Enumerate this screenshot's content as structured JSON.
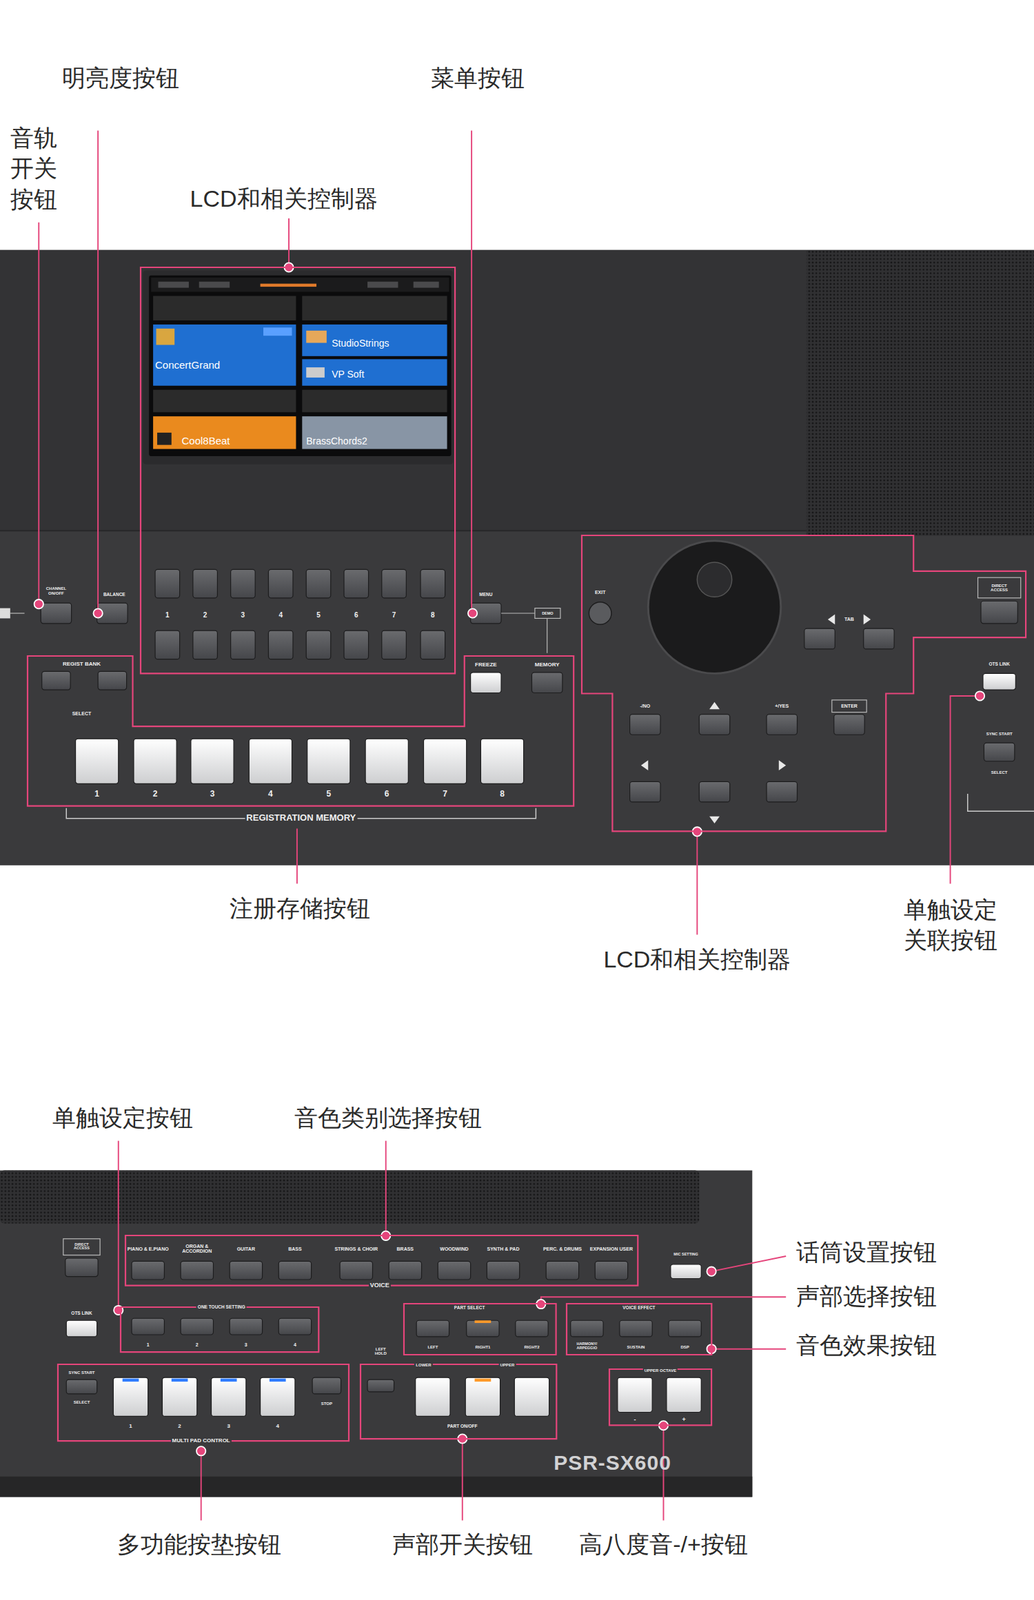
{
  "diagram": {
    "nodes": [
      {
        "text": [
          "ConcertGrand",
          "StudioStrings",
          "VP Soft",
          "Cool8Beat",
          "BrassChords2",
          "1",
          "2",
          "3",
          "4",
          "5",
          "6",
          "7",
          "8"
        ]
      },
      {
        "text": [
          "REGIST BANK",
          "SELECT",
          "FREEZE",
          "MEMORY",
          "1",
          "2",
          "3",
          "4",
          "5",
          "6",
          "7",
          "8",
          "REGISTRATION MEMORY"
        ]
      },
      {
        "text": [
          "EXIT",
          "TAB",
          "-/NO",
          "+/YES",
          "ENTER",
          "DIRECT ACCESS"
        ]
      },
      {
        "text": [
          "PIANO & E.PIANO",
          "ORGAN & ACCORDION",
          "GUITAR",
          "BASS",
          "STRINGS & CHOIR",
          "BRASS",
          "WOODWIND",
          "SYNTH & PAD",
          "PERC. & DRUMS",
          "EXPANSION USER",
          "VOICE"
        ]
      },
      {
        "text": [
          "ONE TOUCH SETTING",
          "1",
          "2",
          "3",
          "4"
        ]
      },
      {
        "text": [
          "SYNC START",
          "SELECT",
          "1",
          "2",
          "3",
          "4",
          "STOP",
          "MULTI PAD CONTROL"
        ]
      },
      {
        "text": [
          "PART SELECT",
          "LEFT",
          "RIGHT1",
          "RIGHT2"
        ]
      },
      {
        "text": [
          "VOICE EFFECT",
          "HARMONY/ ARPEGGIO",
          "SUSTAIN",
          "DSP"
        ]
      },
      {
        "text": [
          "LEFT HOLD",
          "LOWER",
          "UPPER",
          "PART ON/OFF"
        ]
      },
      {
        "text": [
          "UPPER OCTAVE",
          "-",
          "+"
        ]
      }
    ],
    "labels": [
      "明亮度按钮",
      "菜单按钮",
      "音轨开关按钮",
      "LCD和相关控制器",
      "CHANNEL ON/OFF",
      "BALANCE",
      "MENU",
      "DEMO",
      "OTS LINK",
      "SYNC START",
      "SELECT",
      "注册存储按钮",
      "LCD和相关控制器",
      "单触设定关联按钮",
      "单触设定按钮",
      "音色类别选择按钮",
      "DIRECT ACCESS",
      "OTS LINK",
      "MIC SETTING",
      "话筒设置按钮",
      "声部选择按钮",
      "音色效果按钮",
      "PSR-SX600",
      "多功能按垫按钮",
      "声部开关按钮",
      "高八度音-/+按钮"
    ]
  }
}
